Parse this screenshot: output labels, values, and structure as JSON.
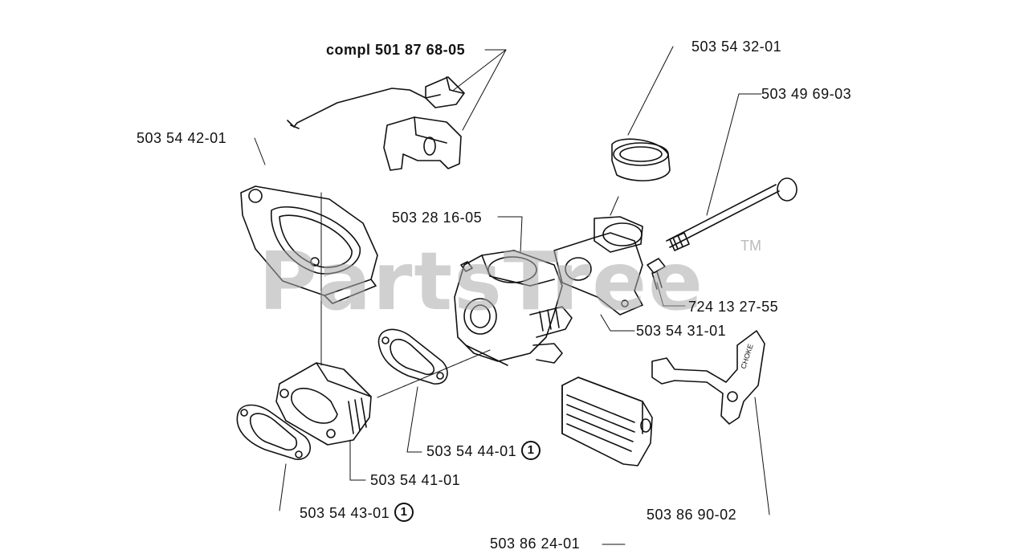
{
  "watermark": {
    "text": "PartsTree",
    "tm": "TM"
  },
  "labels": {
    "compl": "compl 501 87 68-05",
    "p1": "503 54 32-01",
    "p2": "503 49 69-03",
    "p3": "503 54 42-01",
    "p4": "503 28 16-05",
    "p5": "724 13 27-55",
    "p6": "503 54 31-01",
    "p7": "503 54 44-01",
    "p8": "503 54 41-01",
    "p9": "503 54 43-01",
    "p10": "503 86 90-02",
    "p11": "503 86 24-01"
  },
  "marker": "1",
  "choke_text": "CHOKE"
}
